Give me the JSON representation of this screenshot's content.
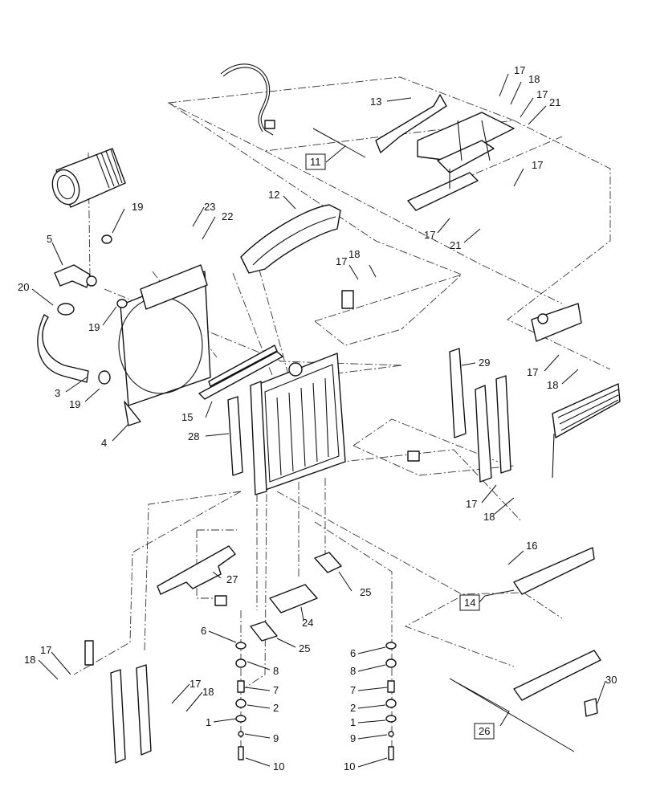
{
  "diagram": {
    "callouts": [
      {
        "id": "c17a",
        "text": "17"
      },
      {
        "id": "c18a",
        "text": "18"
      },
      {
        "id": "c17b",
        "text": "17"
      },
      {
        "id": "c21a",
        "text": "21"
      },
      {
        "id": "c13",
        "text": "13"
      },
      {
        "id": "c17c",
        "text": "17"
      },
      {
        "id": "c17d",
        "text": "17"
      },
      {
        "id": "c21b",
        "text": "21"
      },
      {
        "id": "c12",
        "text": "12"
      },
      {
        "id": "c23",
        "text": "23"
      },
      {
        "id": "c22",
        "text": "22"
      },
      {
        "id": "c19a",
        "text": "19"
      },
      {
        "id": "c5",
        "text": "5"
      },
      {
        "id": "c20",
        "text": "20"
      },
      {
        "id": "c19b",
        "text": "19"
      },
      {
        "id": "c17e",
        "text": "17"
      },
      {
        "id": "c18b",
        "text": "18"
      },
      {
        "id": "c3",
        "text": "3"
      },
      {
        "id": "c19c",
        "text": "19"
      },
      {
        "id": "c4",
        "text": "4"
      },
      {
        "id": "c15",
        "text": "15"
      },
      {
        "id": "c28",
        "text": "28"
      },
      {
        "id": "c29",
        "text": "29"
      },
      {
        "id": "c17f",
        "text": "17"
      },
      {
        "id": "c18c",
        "text": "18"
      },
      {
        "id": "c17g",
        "text": "17"
      },
      {
        "id": "c18d",
        "text": "18"
      },
      {
        "id": "c16",
        "text": "16"
      },
      {
        "id": "c27",
        "text": "27"
      },
      {
        "id": "c25a",
        "text": "25"
      },
      {
        "id": "c24",
        "text": "24"
      },
      {
        "id": "c25b",
        "text": "25"
      },
      {
        "id": "c6a",
        "text": "6"
      },
      {
        "id": "c8a",
        "text": "8"
      },
      {
        "id": "c7a",
        "text": "7"
      },
      {
        "id": "c2a",
        "text": "2"
      },
      {
        "id": "c1a",
        "text": "1"
      },
      {
        "id": "c9a",
        "text": "9"
      },
      {
        "id": "c10a",
        "text": "10"
      },
      {
        "id": "c6b",
        "text": "6"
      },
      {
        "id": "c8b",
        "text": "8"
      },
      {
        "id": "c7b",
        "text": "7"
      },
      {
        "id": "c2b",
        "text": "2"
      },
      {
        "id": "c1b",
        "text": "1"
      },
      {
        "id": "c9b",
        "text": "9"
      },
      {
        "id": "c10b",
        "text": "10"
      },
      {
        "id": "c18e",
        "text": "18"
      },
      {
        "id": "c17h",
        "text": "17"
      },
      {
        "id": "c17i",
        "text": "17"
      },
      {
        "id": "c18f",
        "text": "18"
      },
      {
        "id": "c30",
        "text": "30"
      }
    ],
    "boxed_callouts": [
      {
        "id": "b11",
        "text": "11"
      },
      {
        "id": "b14",
        "text": "14"
      },
      {
        "id": "b26",
        "text": "26"
      }
    ]
  }
}
